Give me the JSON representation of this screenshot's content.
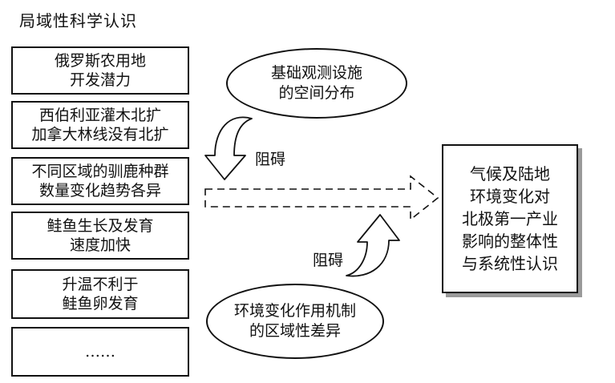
{
  "left_title": "局域性科学认识",
  "left_boxes": [
    {
      "lines": [
        "俄罗斯农用地",
        "开发潜力"
      ]
    },
    {
      "lines": [
        "西伯利亚灌木北扩",
        "加拿大林线没有北扩"
      ]
    },
    {
      "lines": [
        "不同区域的驯鹿种群",
        "数量变化趋势各异"
      ]
    },
    {
      "lines": [
        "鲑鱼生长及发育",
        "速度加快"
      ]
    },
    {
      "lines": [
        "升温不利于",
        "鲑鱼卵发育"
      ]
    },
    {
      "lines": [
        "……"
      ]
    }
  ],
  "top_ellipse": {
    "lines": [
      "基础观测设施",
      "的空间分布"
    ]
  },
  "bottom_ellipse": {
    "lines": [
      "环境变化作用机制",
      "的区域性差异"
    ]
  },
  "top_obstacle_label": "阻碍",
  "bottom_obstacle_label": "阻碍",
  "right_box": {
    "lines": [
      "气候及陆地",
      "环境变化对",
      "北极第一产业",
      "影响的整体性",
      "与系统性认识"
    ]
  }
}
